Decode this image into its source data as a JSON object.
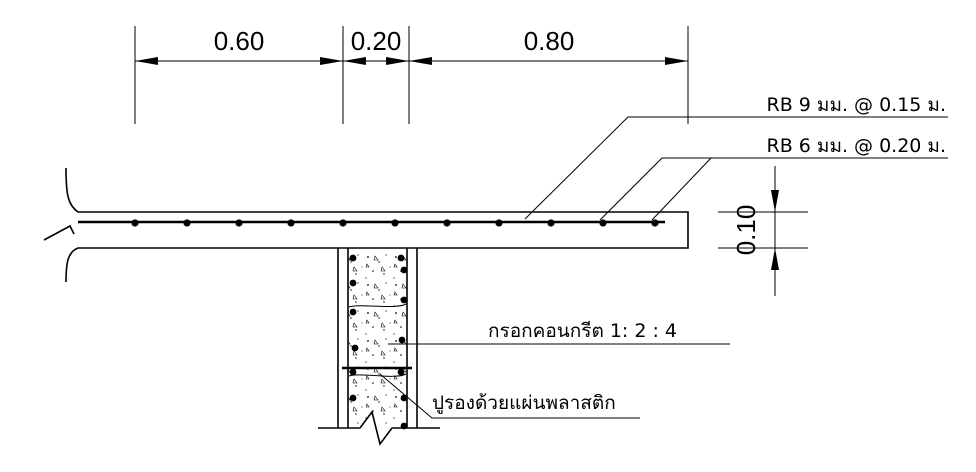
{
  "dimensions": {
    "span_left": "0.60",
    "span_wall": "0.20",
    "span_right": "0.80",
    "slab_thickness": "0.10"
  },
  "annotations": {
    "main_bar": "RB 9 มม. @ 0.15 ม.",
    "temp_bar": "RB 6 มม. @ 0.20 ม.",
    "concrete_fill": "กรอกคอนกรีต 1: 2 : 4",
    "plastic_sheet": "ปูรองด้วยแผ่นพลาสติก"
  }
}
